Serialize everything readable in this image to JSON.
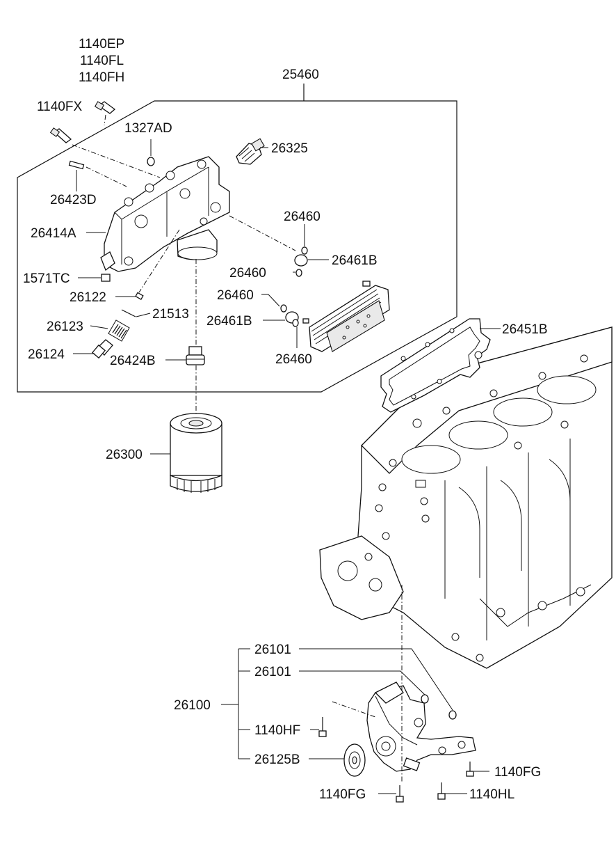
{
  "labels": {
    "p1140EP": "1140EP",
    "p1140FL": "1140FL",
    "p1140FH": "1140FH",
    "p1140FX": "1140FX",
    "p25460": "25460",
    "p1327AD": "1327AD",
    "p26325": "26325",
    "p26423D": "26423D",
    "p26414A": "26414A",
    "p26460_a": "26460",
    "p26461B_a": "26461B",
    "p26460_b": "26460",
    "p1571TC": "1571TC",
    "p26122": "26122",
    "p26460_c": "26460",
    "p21513": "21513",
    "p26461B_b": "26461B",
    "p26123": "26123",
    "p26451B": "26451B",
    "p26124": "26124",
    "p26424B": "26424B",
    "p26460_d": "26460",
    "p26300": "26300",
    "p26101_a": "26101",
    "p26101_b": "26101",
    "p26100": "26100",
    "p1140HF": "1140HF",
    "p26125B": "26125B",
    "p1140FG_a": "1140FG",
    "p1140FG_b": "1140FG",
    "p1140HL": "1140HL"
  }
}
